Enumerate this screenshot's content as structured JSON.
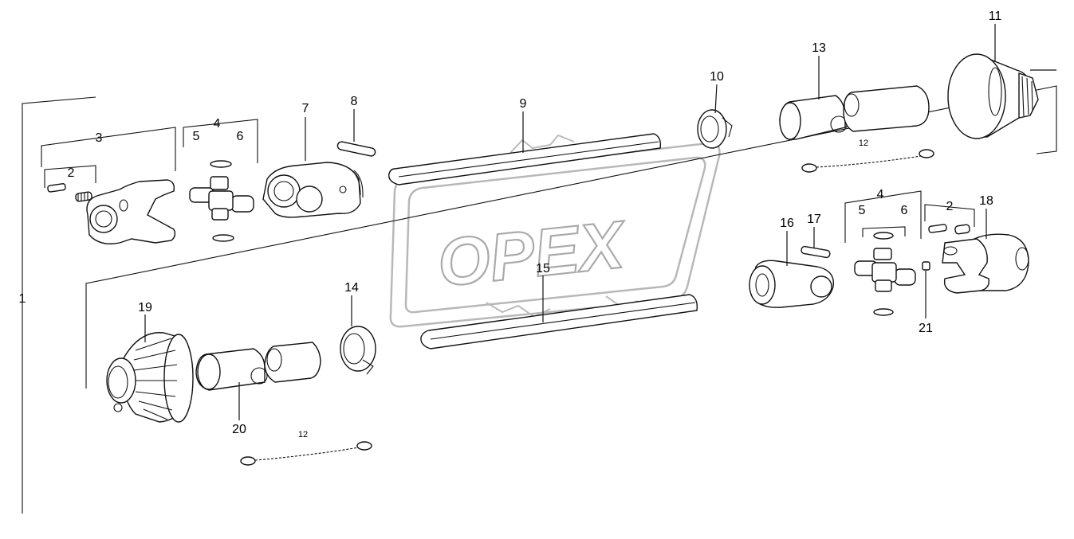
{
  "watermark": {
    "text": "OPEX"
  },
  "labels": {
    "l1": "1",
    "l2a": "2",
    "l2b": "2",
    "l3": "3",
    "l4a": "4",
    "l4b": "4",
    "l5a": "5",
    "l5b": "5",
    "l6a": "6",
    "l6b": "6",
    "l7": "7",
    "l8": "8",
    "l9": "9",
    "l10": "10",
    "l11": "11",
    "l12a": "12",
    "l12b": "12",
    "l13": "13",
    "l14": "14",
    "l15": "15",
    "l16": "16",
    "l17": "17",
    "l18": "18",
    "l19": "19",
    "l20": "20",
    "l21": "21"
  }
}
